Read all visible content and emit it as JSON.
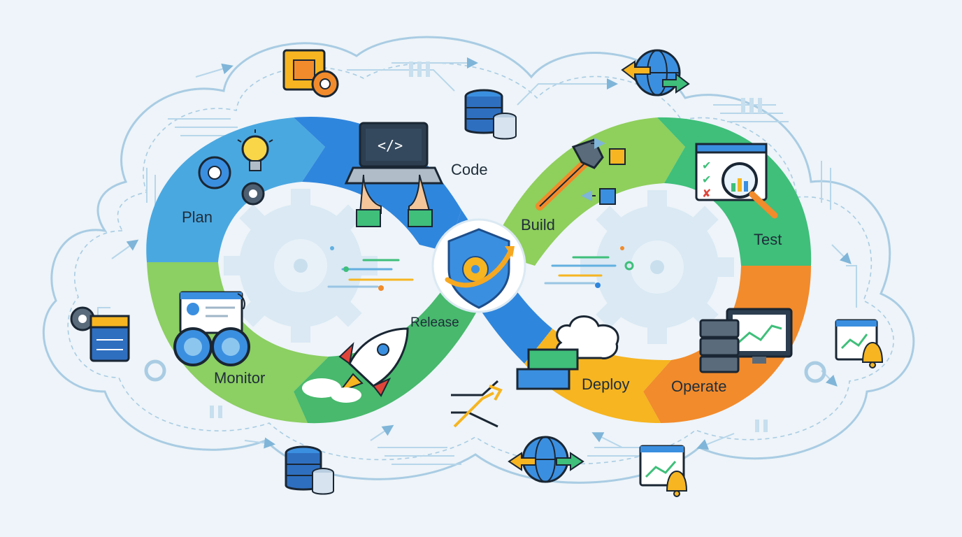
{
  "stages": {
    "plan": "Plan",
    "code": "Code",
    "build": "Build",
    "test": "Test",
    "operate": "Operate",
    "deploy": "Deploy",
    "release": "Release",
    "monitor": "Monitor"
  },
  "colors": {
    "plan": "#4aa8e0",
    "code": "#2f86dd",
    "build": "#8fcf5c",
    "test": "#3fbf7a",
    "operate": "#f28b2b",
    "deploy": "#f6b521",
    "release": "#48b96d",
    "monitor": "#8ccf62",
    "cloud_outline": "#a9cce3",
    "background": "#eef4f9"
  },
  "icons": [
    "cpu-gear-icon",
    "database-icon",
    "globe-exchange-icon",
    "laptop-code-icon",
    "lightbulb-gears-icon",
    "hammer-cubes-icon",
    "test-magnifier-icon",
    "shield-gear-icon",
    "server-monitor-icon",
    "containers-cloud-icon",
    "rocket-icon",
    "binoculars-dashboard-icon",
    "server-gear-icon",
    "alert-chart-icon",
    "shuffle-arrows-icon"
  ]
}
